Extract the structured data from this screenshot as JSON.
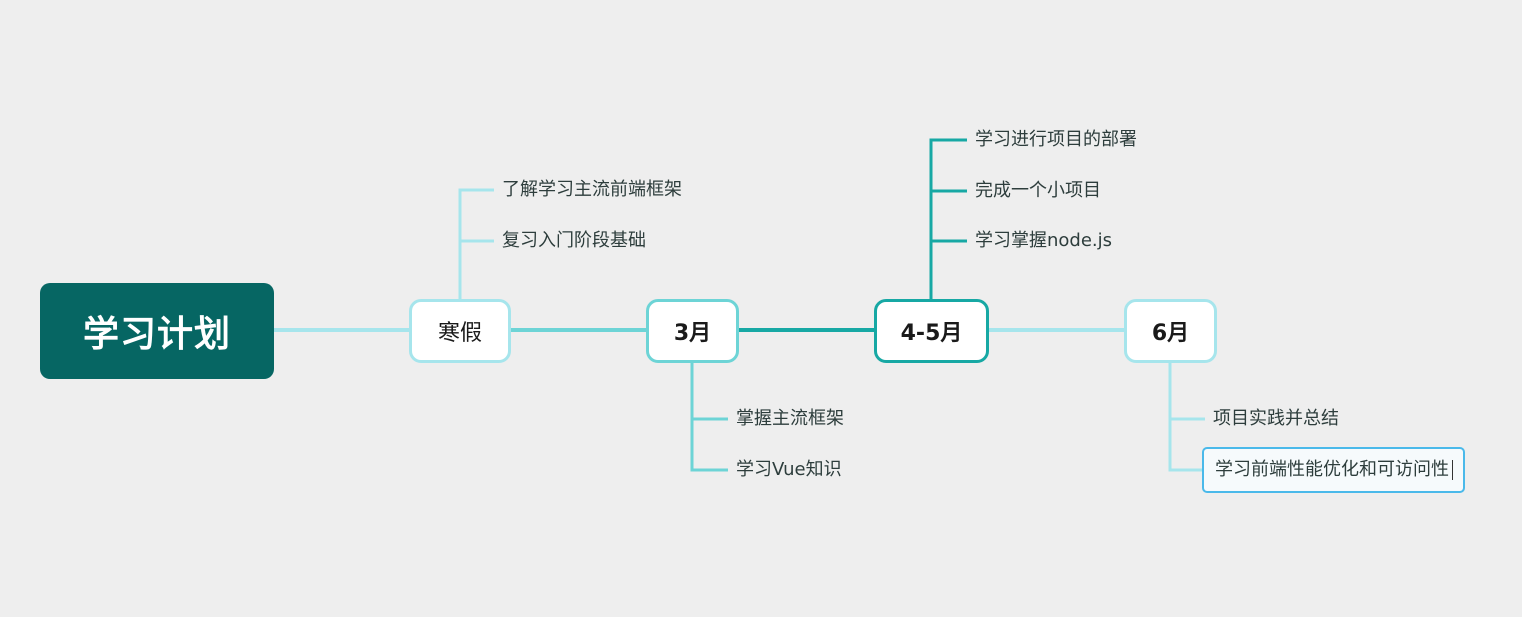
{
  "root": {
    "label": "学习计划"
  },
  "branches": [
    {
      "label": "寒假",
      "children": [
        "了解学习主流前端框架",
        "复习入门阶段基础"
      ]
    },
    {
      "label": "3月",
      "children": [
        "掌握主流框架",
        "学习Vue知识"
      ]
    },
    {
      "label": "4-5月",
      "children": [
        "学习进行项目的部署",
        "完成一个小项目",
        "学习掌握node.js"
      ]
    },
    {
      "label": "6月",
      "children": [
        "项目实践并总结",
        "学习前端性能优化和可访问性"
      ]
    }
  ],
  "colors": {
    "background": "#eeeeee",
    "root_fill": "#066663",
    "light_teal": "#a6e5ec",
    "mid_teal": "#6dd4d6",
    "dark_teal": "#17a8a4",
    "selection": "#4ab9ea"
  }
}
